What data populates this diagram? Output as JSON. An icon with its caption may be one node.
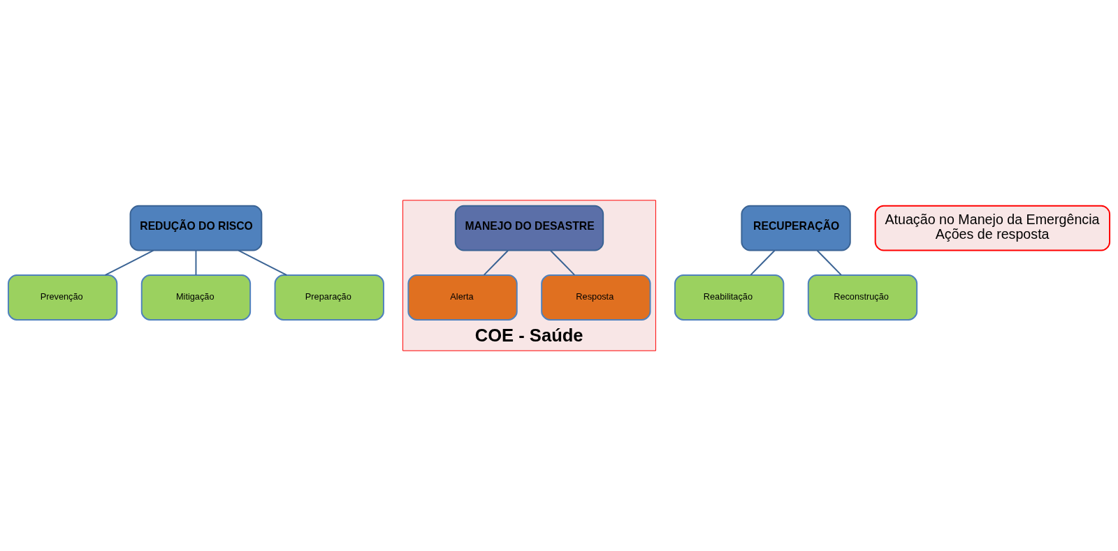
{
  "diagram": {
    "nodes": [
      {
        "text": [
          "REDUÇÃO DO RISCO"
        ]
      },
      {
        "text": [
          "Prevenção"
        ]
      },
      {
        "text": [
          "Mitigação"
        ]
      },
      {
        "text": [
          "Preparação"
        ]
      },
      {
        "text": [
          "COE - Saúde"
        ]
      },
      {
        "text": [
          "MANEJO DO DESASTRE"
        ],
        "in": 4
      },
      {
        "text": [
          "Alerta"
        ],
        "in": 4
      },
      {
        "text": [
          "Resposta"
        ],
        "in": 4
      },
      {
        "text": [
          "RECUPERAÇÃO"
        ]
      },
      {
        "text": [
          "Reabilitação"
        ]
      },
      {
        "text": [
          "Reconstrução"
        ]
      },
      {
        "text": [
          "Atuação no Manejo da Emergência",
          "Ações de resposta"
        ]
      }
    ],
    "edges": [
      {
        "from": 0,
        "to": 1,
        "arrow": "none"
      },
      {
        "from": 0,
        "to": 2,
        "arrow": "none"
      },
      {
        "from": 0,
        "to": 3,
        "arrow": "none"
      },
      {
        "from": 5,
        "to": 6,
        "arrow": "none"
      },
      {
        "from": 5,
        "to": 7,
        "arrow": "none"
      },
      {
        "from": 8,
        "to": 9,
        "arrow": "none"
      },
      {
        "from": 8,
        "to": 10,
        "arrow": "none"
      }
    ]
  }
}
